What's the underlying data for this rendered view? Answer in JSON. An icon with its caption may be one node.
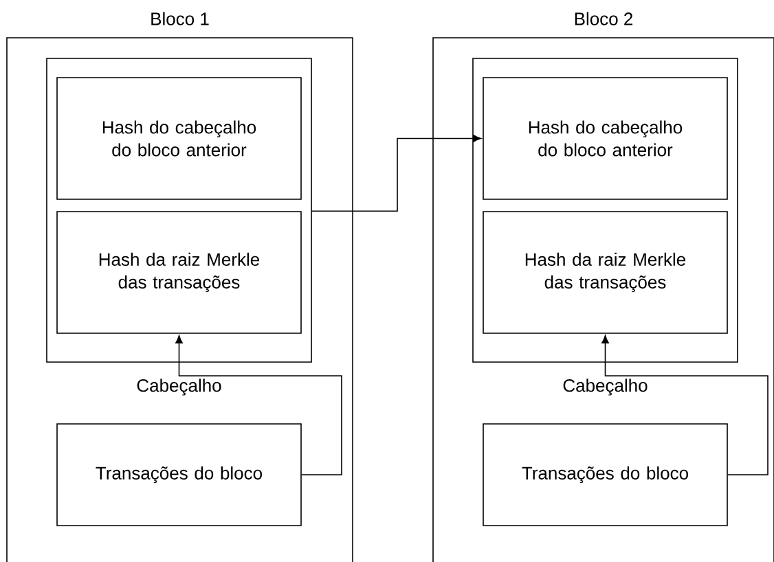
{
  "diagram": {
    "nodes": [
      {
        "text": [
          "Bloco 1"
        ]
      },
      {
        "text": [
          "Cabeçalho"
        ],
        "in": 0
      },
      {
        "text": [
          "Hash do cabeçalho do bloco anterior"
        ],
        "in": 1
      },
      {
        "text": [
          "Hash da raiz Merkle das transações"
        ],
        "in": 1
      },
      {
        "text": [
          "Transações do bloco"
        ],
        "in": 0
      },
      {
        "text": [
          "Bloco 2"
        ]
      },
      {
        "text": [
          "Cabeçalho"
        ],
        "in": 5
      },
      {
        "text": [
          "Hash do cabeçalho do bloco anterior"
        ],
        "in": 6
      },
      {
        "text": [
          "Hash da raiz Merkle das transações"
        ],
        "in": 6
      },
      {
        "text": [
          "Transações do bloco"
        ],
        "in": 5
      }
    ],
    "edges": [
      {
        "from": 4,
        "to": 3,
        "arrow": "to"
      },
      {
        "from": 1,
        "to": 7,
        "arrow": "to"
      },
      {
        "from": 9,
        "to": 8,
        "arrow": "to"
      }
    ]
  }
}
